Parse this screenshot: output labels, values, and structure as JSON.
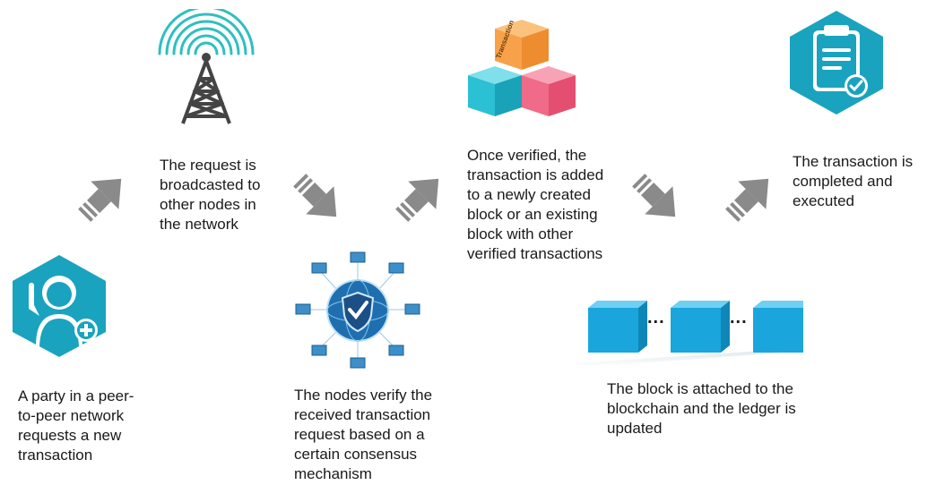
{
  "steps": [
    {
      "id": "request",
      "text": "A party in a peer-to-peer network requests a new transaction",
      "icon": "user-plus-icon"
    },
    {
      "id": "broadcast",
      "text": "The request is broadcasted to other nodes in the network",
      "icon": "broadcast-tower-icon"
    },
    {
      "id": "verify",
      "text": "The nodes verify the received transaction request based on a certain consensus mechanism",
      "icon": "network-shield-icon"
    },
    {
      "id": "block",
      "text": "Once verified, the transaction is added to a newly created block or an existing block with other verified transactions",
      "icon": "transaction-cubes-icon",
      "cube_label": "Transaction"
    },
    {
      "id": "chain",
      "text": "The block is attached to the blockchain and the ledger is updated",
      "icon": "blockchain-icon",
      "separator": "..."
    },
    {
      "id": "complete",
      "text": "The transaction is completed and executed",
      "icon": "clipboard-check-icon"
    }
  ],
  "colors": {
    "teal": "#1aa3be",
    "arrow": "#8a8a8a",
    "blue": "#1aa6dd",
    "orange": "#f7a24a",
    "pink": "#ef6b88"
  }
}
